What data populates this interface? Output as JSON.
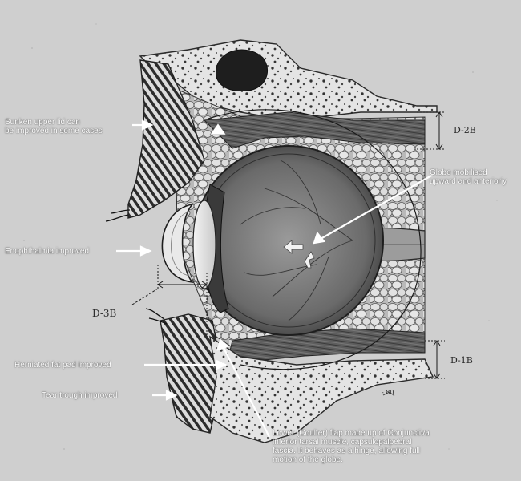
{
  "labels": {
    "sunken_upper_lid": [
      "Sunken upper lid can",
      "be improved in some cases"
    ],
    "enophthalmia": "Enophthalmia improved",
    "globe_mobilised": [
      "Globe mobilised",
      "upward and anterioriy"
    ],
    "herniated_fat_pad": "Herniated fat pad improved",
    "tear_trough": "Tear trough improved",
    "lower_flap": [
      "Lower (Coulter) flap made up of Conjunctiva",
      "inferior tarsal muscle, capsulopalpebral",
      "fascia. It behaves as a hinge, allowing full",
      "motion of the globe."
    ]
  },
  "handwritten": {
    "d_2b": "D-2B",
    "d_3b": "D-3B",
    "d_1b": "D-1B",
    "signature": "- 80"
  },
  "icons": [
    "label-arrow-icon",
    "movement-arrow-icon"
  ],
  "colors": {
    "background": "#cfcfcf",
    "label_text": "#ffffff",
    "sketch_line": "#2a2a2a",
    "bone": "#d8d8d8",
    "globe": "#7a7a7a"
  }
}
